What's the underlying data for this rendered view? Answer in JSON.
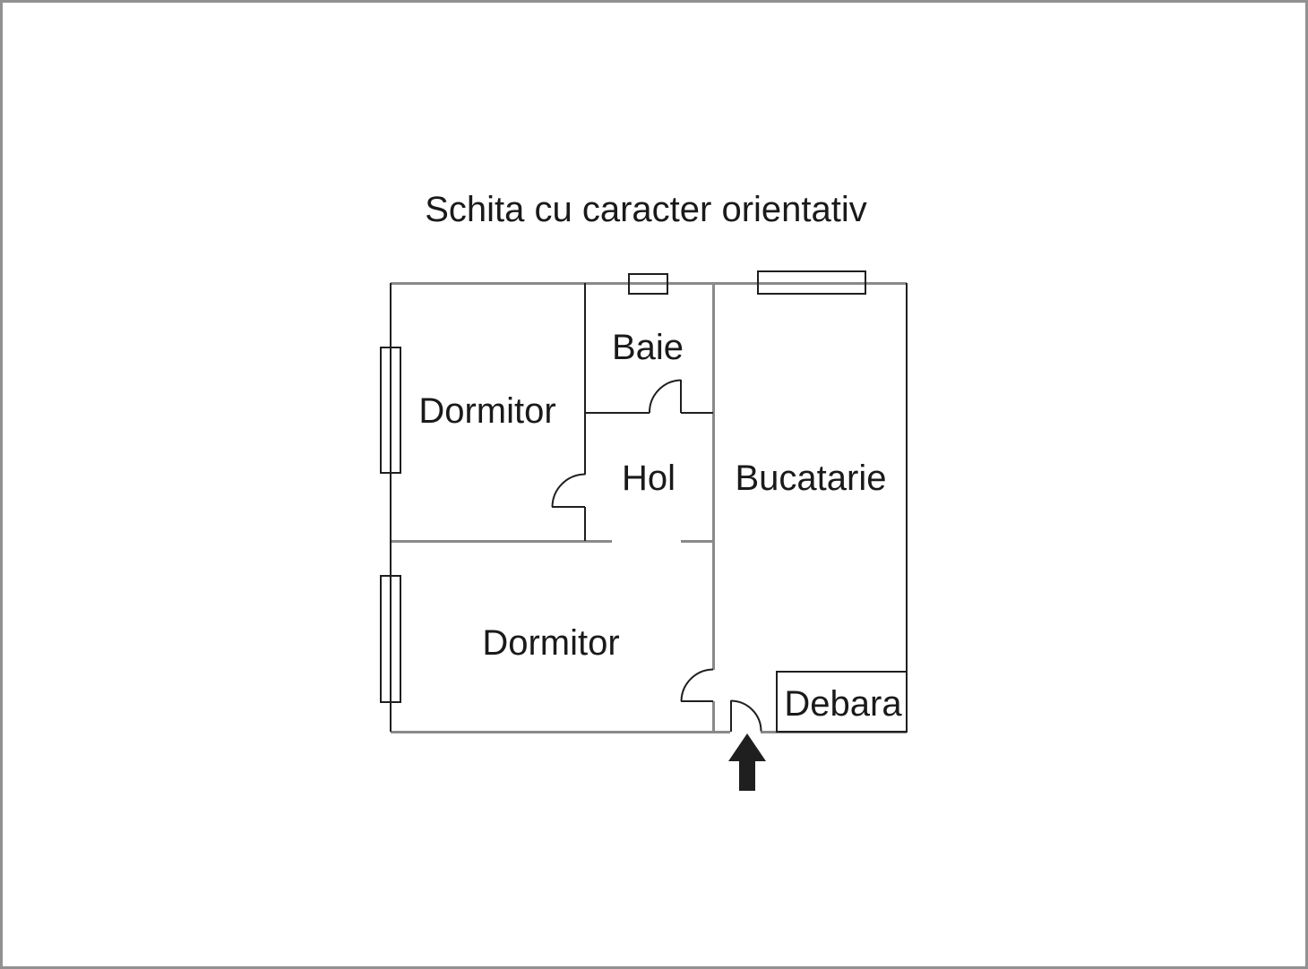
{
  "title": "Schita cu caracter orientativ",
  "rooms": [
    {
      "id": "dormitor-top",
      "label": "Dormitor"
    },
    {
      "id": "baie",
      "label": "Baie"
    },
    {
      "id": "hol",
      "label": "Hol"
    },
    {
      "id": "bucatarie",
      "label": "Bucatarie"
    },
    {
      "id": "dormitor-bottom",
      "label": "Dormitor"
    },
    {
      "id": "debara",
      "label": "Debara"
    }
  ],
  "icons": {
    "entrance_arrow": "up-arrow"
  },
  "colors": {
    "wall_gray": "#8a8a8a",
    "line_dark": "#1f1f1f",
    "text": "#1a1a1a",
    "background": "#ffffff",
    "canvas_border": "#919191"
  }
}
